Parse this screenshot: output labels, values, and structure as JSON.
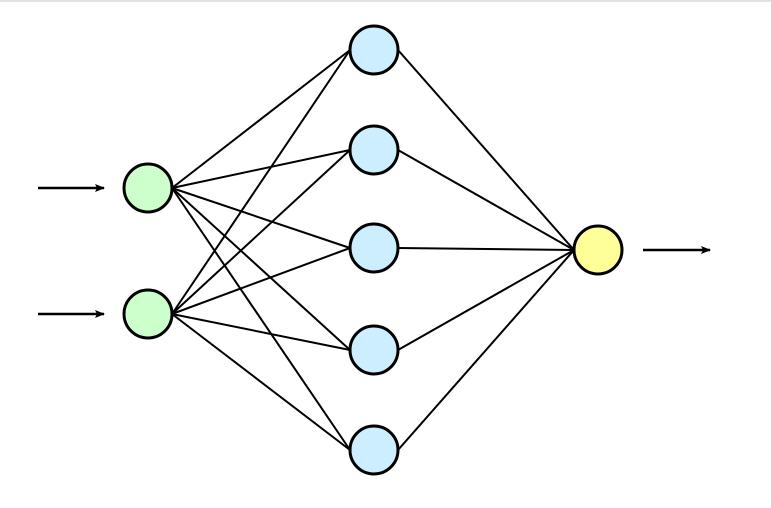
{
  "diagram": {
    "type": "neural-network",
    "layers": [
      {
        "role": "input",
        "nodes": 2,
        "color": "#ccffcc"
      },
      {
        "role": "hidden",
        "nodes": 5,
        "color": "#cceeff"
      },
      {
        "role": "output",
        "nodes": 1,
        "color": "#ffff99"
      }
    ],
    "connections": "fully-connected",
    "input_arrows": 2,
    "output_arrows": 1,
    "stroke_color": "#000000"
  }
}
